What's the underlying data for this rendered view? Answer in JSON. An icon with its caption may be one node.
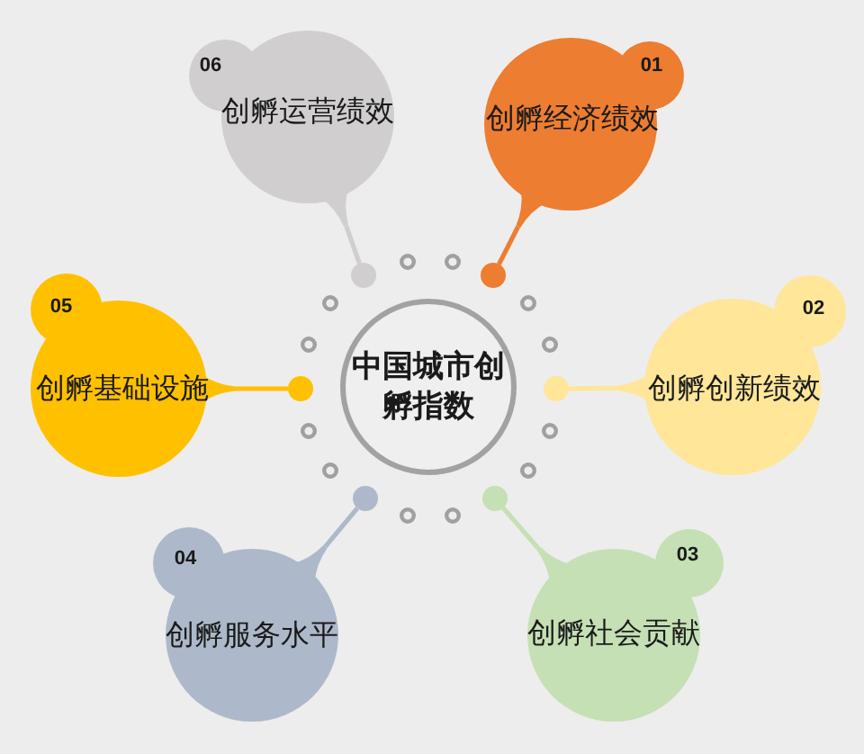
{
  "diagram": {
    "nodes": [
      {
        "text": [
          "中国城市创孵指数"
        ]
      },
      {
        "text": [
          "01",
          "创孵经济绩效"
        ]
      },
      {
        "text": [
          "02",
          "创孵创新绩效"
        ]
      },
      {
        "text": [
          "03",
          "创孵社会贡献"
        ]
      },
      {
        "text": [
          "04",
          "创孵服务水平"
        ]
      },
      {
        "text": [
          "05",
          "创孵基础设施"
        ]
      },
      {
        "text": [
          "06",
          "创孵运营绩效"
        ]
      },
      {
        "text": [],
        "shape": "circle"
      },
      {
        "text": [],
        "shape": "circle"
      },
      {
        "text": [],
        "shape": "circle"
      },
      {
        "text": [],
        "shape": "circle"
      },
      {
        "text": [],
        "shape": "circle"
      },
      {
        "text": [],
        "shape": "circle"
      }
    ],
    "edges": [
      {
        "from": 1,
        "to": 10,
        "arrow": "none",
        "color": "#ed7d31"
      },
      {
        "from": 2,
        "to": 12,
        "arrow": "none",
        "color": "#ffe699"
      },
      {
        "from": 3,
        "to": 11,
        "arrow": "none",
        "color": "#c5e0b4"
      },
      {
        "from": 4,
        "to": 9,
        "arrow": "none",
        "color": "#adb9ca"
      },
      {
        "from": 5,
        "to": 7,
        "arrow": "none",
        "color": "#ffc000"
      },
      {
        "from": 6,
        "to": 8,
        "arrow": "none",
        "color": "#d0cece"
      }
    ]
  }
}
